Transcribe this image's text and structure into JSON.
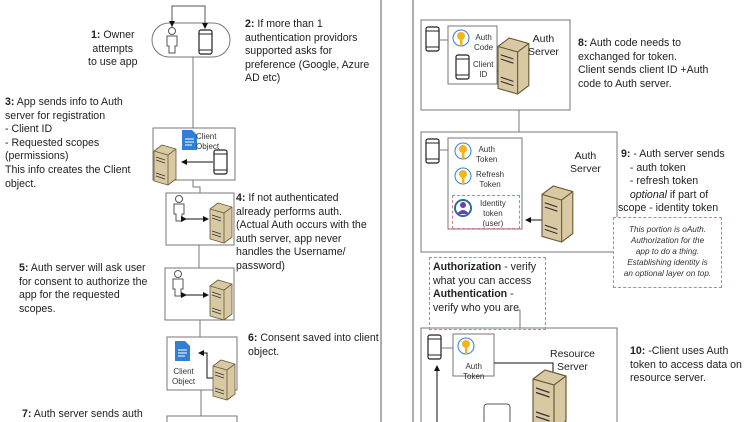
{
  "left": {
    "step1": {
      "num": "1:",
      "lines": [
        "Owner",
        "attempts",
        " to use app"
      ]
    },
    "step2": {
      "num": "2:",
      "lines": [
        "If more than 1",
        "authentication providors",
        "supported asks for",
        "preference (Google, Azure",
        "AD etc)"
      ]
    },
    "step3": {
      "num": "3:",
      "lines": [
        "App sends info to Auth",
        "server for registration",
        "- Client ID",
        "- Requested scopes",
        "(permissions)",
        "This  info creates the Client",
        "object."
      ]
    },
    "step3_icon_label": "Client Object",
    "step4": {
      "num": "4:",
      "lines": [
        "If not authenticated",
        "already performs auth.",
        "(Actual Auth occurs with the",
        "auth server, app never",
        "handles the Username/",
        "password)"
      ]
    },
    "step5": {
      "num": "5:",
      "lines": [
        "Auth server will ask user",
        "for consent to authorize the",
        "app for the requested",
        "scopes."
      ]
    },
    "step6": {
      "num": "6:",
      "lines": [
        "Consent saved into client",
        "object."
      ]
    },
    "step6_icon_label": [
      "Client",
      "Object"
    ],
    "step7": {
      "num": "7:",
      "text": "Auth server sends auth"
    }
  },
  "right": {
    "step8": {
      "num": "8:",
      "lines": [
        "Auth code needs to",
        "exchanged for token.",
        "Client sends client ID +Auth",
        "code to Auth server."
      ]
    },
    "step8_labels": {
      "auth_code": [
        "Auth",
        "Code"
      ],
      "client_id": [
        "Client",
        "ID"
      ],
      "server": [
        "Auth",
        "Server"
      ]
    },
    "step9": {
      "num": "9:",
      "lines": [
        "- Auth server sends",
        "- auth token",
        "- refresh token"
      ],
      "optional_word": "optional",
      "optional_rest": " if part of",
      "last": "scope - identity token"
    },
    "step9_labels": {
      "auth_token": [
        "Auth",
        "Token"
      ],
      "refresh_token": [
        "Refresh",
        "Token"
      ],
      "identity_token": [
        "Identity",
        "token",
        "(user)"
      ],
      "server": [
        "Auth",
        "Server"
      ]
    },
    "note": [
      "This portion is oAuth.",
      "Authorization for the",
      "app to do a thing.",
      "Establishing identity is",
      "an optional layer on top."
    ],
    "definitions": {
      "authz_term": "Authorization",
      "authz_rest": " - verify",
      "authz_line2": "what you can access",
      "authn_term": "Authentication",
      "authn_rest": " -",
      "authn_line2": "verify who you are"
    },
    "step10": {
      "num": "10:",
      "lines": [
        "-Client uses Auth",
        "token to access data on",
        "resource server."
      ]
    },
    "step10_labels": {
      "auth_token": [
        "Auth",
        "Token"
      ],
      "server": [
        "Resource",
        "Server"
      ]
    }
  },
  "colors": {
    "server": "#d8c9a3",
    "key": "#f2b51c",
    "document": "#2f7fd6",
    "dashed": "#c98080",
    "identity": "#6a3fb5"
  }
}
